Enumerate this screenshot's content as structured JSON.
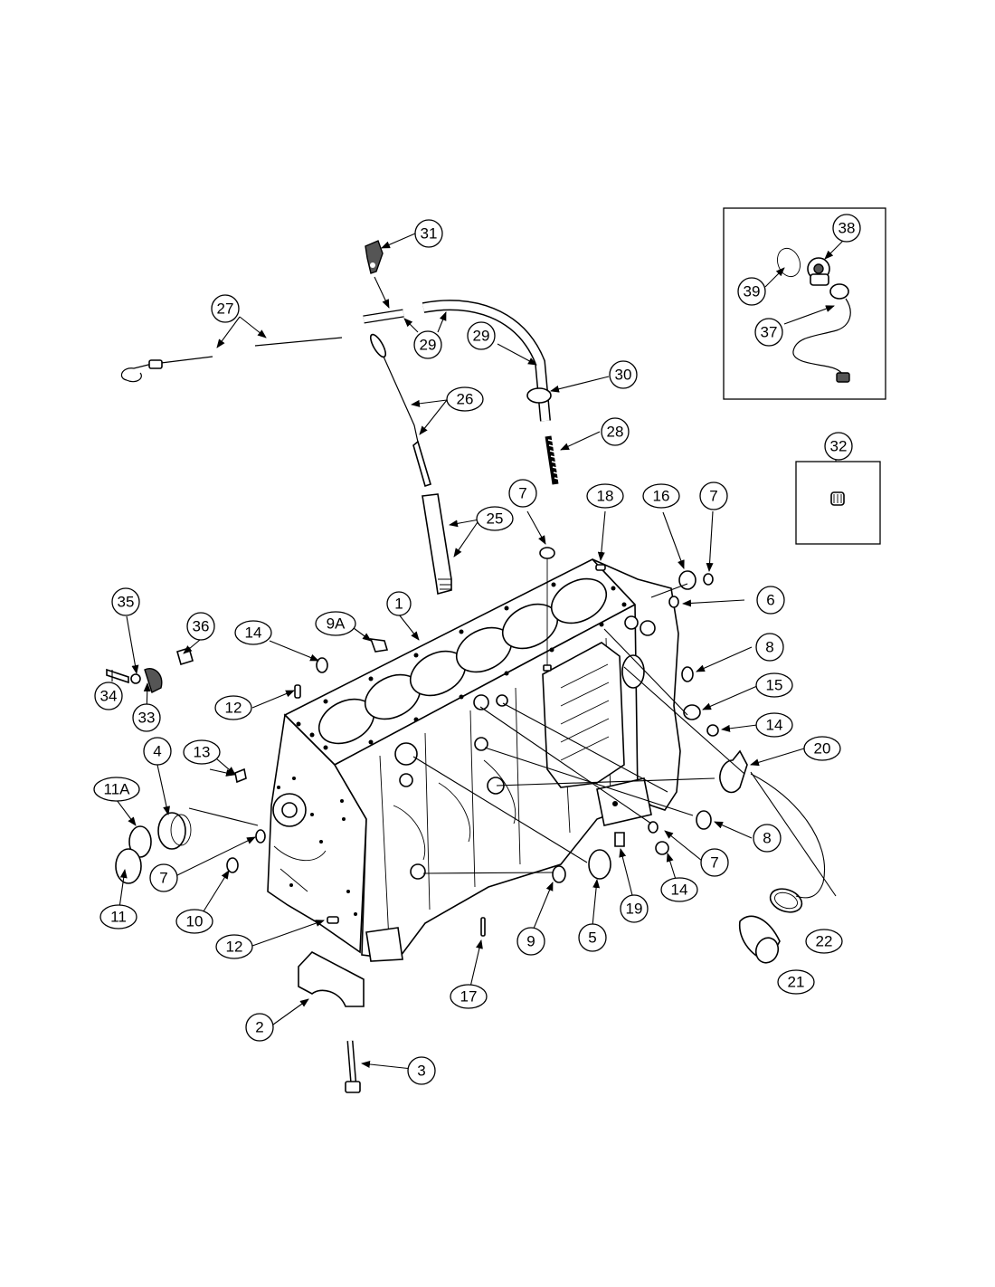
{
  "colors": {
    "ink": "#000000",
    "paper": "#ffffff"
  },
  "callouts": {
    "c1": "1",
    "c2": "2",
    "c3": "3",
    "c4": "4",
    "c5": "5",
    "c6": "6",
    "c7a": "7",
    "c7b": "7",
    "c7c": "7",
    "c7d": "7",
    "c8a": "8",
    "c8b": "8",
    "c9": "9",
    "c9a": "9A",
    "c10": "10",
    "c11": "11",
    "c11a": "11A",
    "c12a": "12",
    "c12b": "12",
    "c13": "13",
    "c14a": "14",
    "c14b": "14",
    "c14c": "14",
    "c15": "15",
    "c16": "16",
    "c17": "17",
    "c18": "18",
    "c19": "19",
    "c20": "20",
    "c21": "21",
    "c22": "22",
    "c25": "25",
    "c26": "26",
    "c27": "27",
    "c28": "28",
    "c29a": "29",
    "c29b": "29",
    "c30": "30",
    "c31": "31",
    "c32": "32",
    "c33": "33",
    "c34": "34",
    "c35": "35",
    "c36": "36",
    "c37": "37",
    "c38": "38",
    "c39": "39"
  }
}
